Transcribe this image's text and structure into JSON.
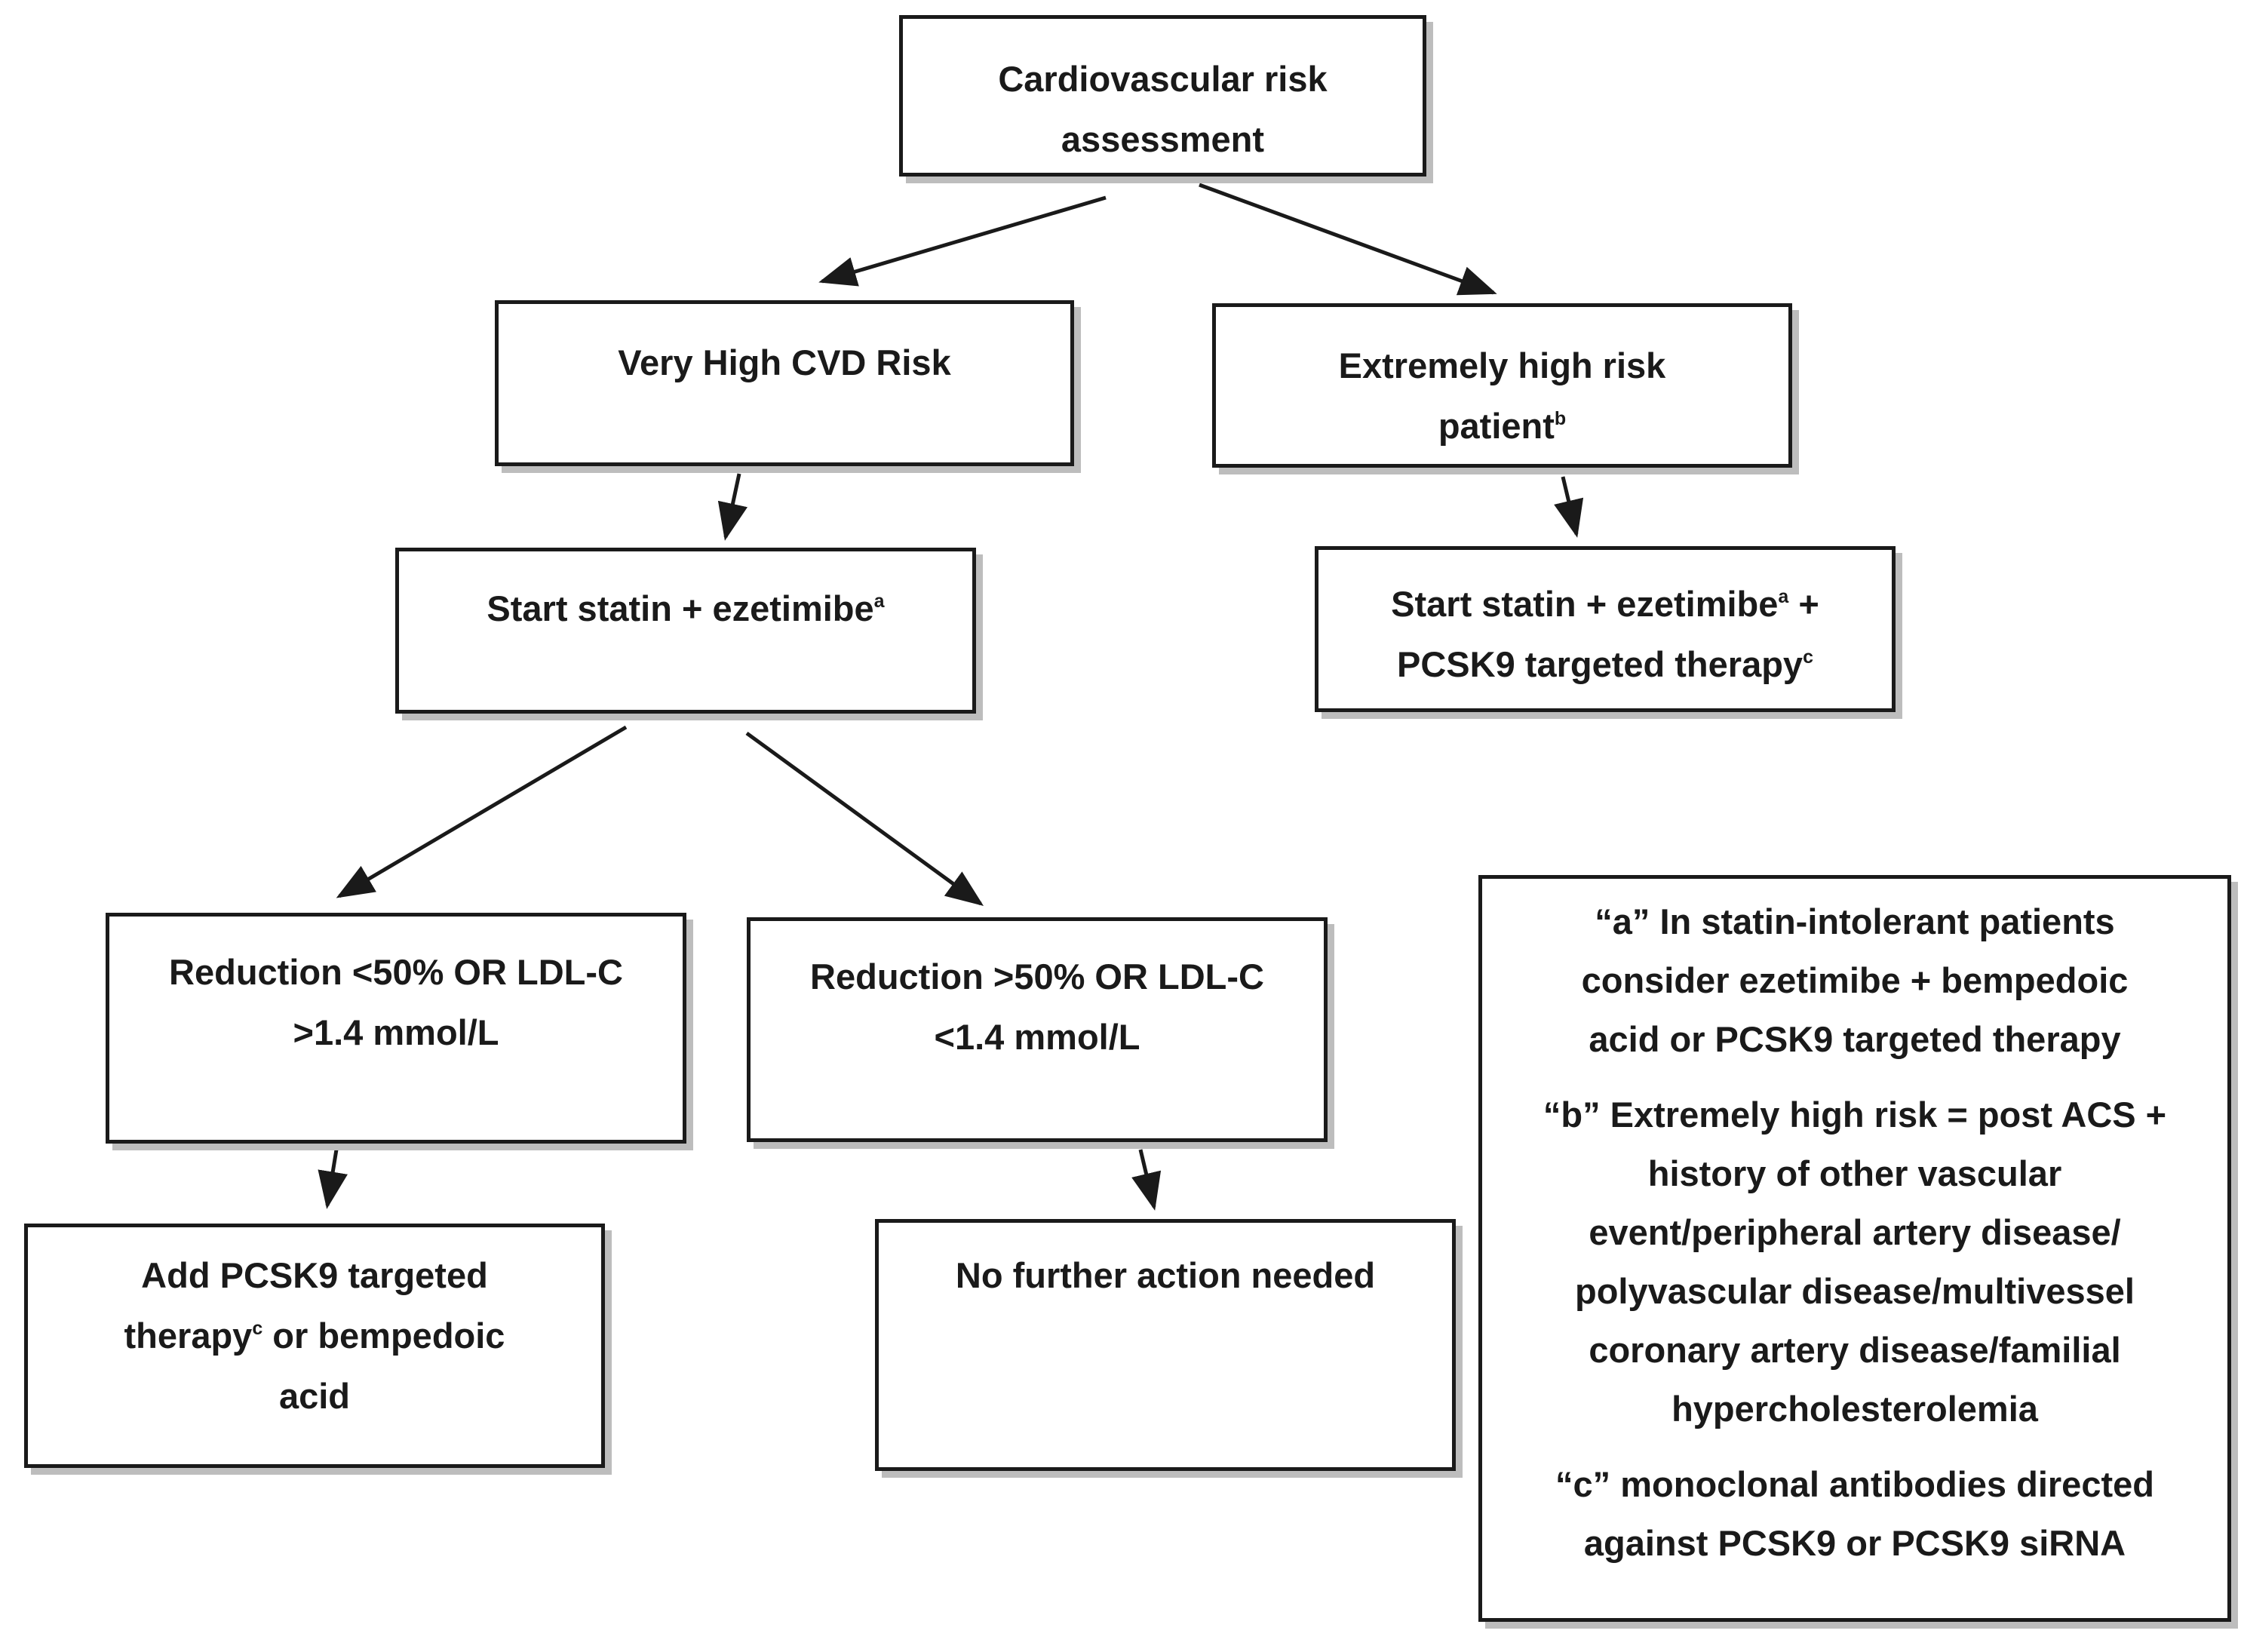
{
  "boxes": {
    "assessment": {
      "line1": "Cardiovascular risk",
      "line2": "assessment"
    },
    "very_high": {
      "line1": "Very High CVD Risk"
    },
    "extreme": {
      "line1": "Extremely  high risk",
      "line2": "patient",
      "sup": "b"
    },
    "start_statin_left": {
      "line1": "Start statin + ezetimibe",
      "sup": "a"
    },
    "start_statin_right": {
      "line1_pre": "Start statin + ezetimibe",
      "line1_sup": "a",
      "line1_post": " +",
      "line2": "PCSK9 targeted therapy",
      "line2_sup": "c"
    },
    "reduction_low": {
      "line1": "Reduction <50% OR LDL-C",
      "line2": ">1.4 mmol/L"
    },
    "reduction_high": {
      "line1": "Reduction >50% OR LDL-C",
      "line2": "<1.4 mmol/L"
    },
    "add_pcsk9": {
      "line1": "Add PCSK9 targeted",
      "line2_pre": "therapy",
      "line2_sup": "c",
      "line2_post": " or bempedoic",
      "line3": "acid"
    },
    "no_action": {
      "line1": "No further action needed"
    }
  },
  "notes": {
    "a": [
      "“a” In statin-intolerant  patients",
      "consider  ezetimibe + bempedoic",
      "acid or PCSK9 targeted  therapy"
    ],
    "b": [
      "“b” Extremely  high risk = post ACS +",
      "history of other vascular",
      "event/peripheral  artery disease/",
      "polyvascular disease/multivessel",
      "coronary artery disease/familial",
      "hypercholesterolemia"
    ],
    "c": [
      "“c” monoclonal antibodies directed",
      "against PCSK9 or PCSK9 siRNA"
    ]
  }
}
